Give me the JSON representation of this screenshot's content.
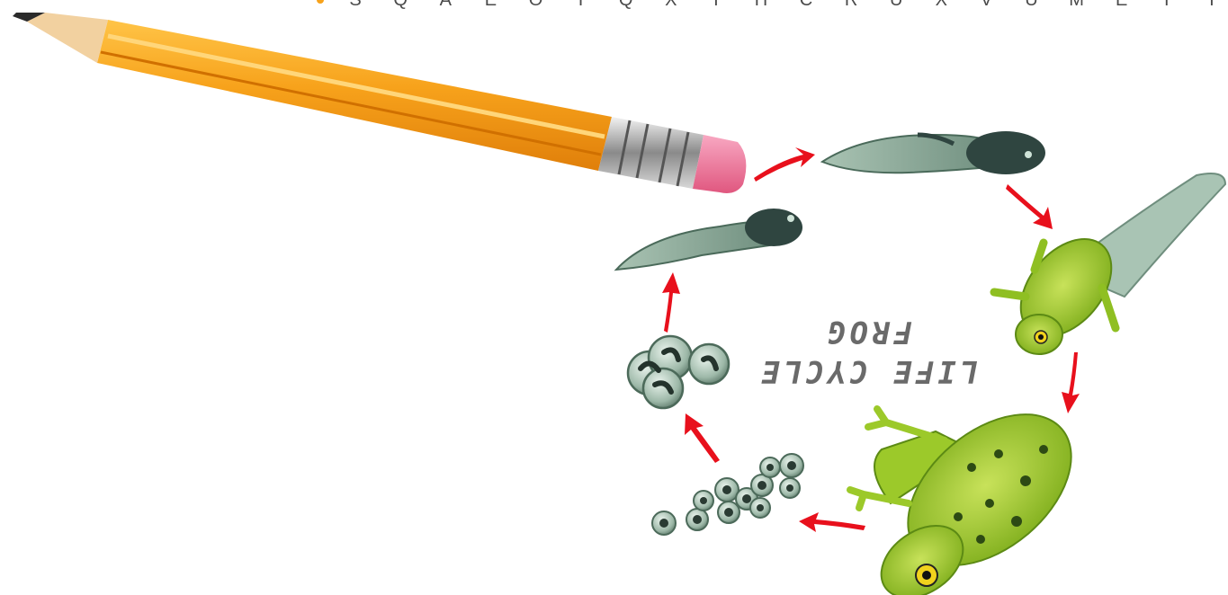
{
  "diagram": {
    "title_line1": "LIFE CYCLE",
    "title_line2": "FROG",
    "title_orientation": "upside-down",
    "stages": [
      {
        "name": "frog-eggs-cluster"
      },
      {
        "name": "eggs-developing"
      },
      {
        "name": "tadpole-young"
      },
      {
        "name": "tadpole-with-legs"
      },
      {
        "name": "froglet"
      },
      {
        "name": "adult-frog"
      }
    ],
    "decorations": [
      "pencil",
      "alphabet-strip"
    ],
    "colors": {
      "arrow": "#e8101c",
      "frog_green": "#9cc92a",
      "pencil_body": "#f7a21b",
      "eraser": "#f07ba0",
      "title_text": "#6a6a6a",
      "bullet": "#f7a21b"
    }
  },
  "alphabet_strip": [
    "S",
    "Q",
    "A",
    "E",
    "O",
    "I",
    "Q",
    "X",
    "I",
    "H",
    "C",
    "R",
    "U",
    "X",
    "V",
    "U",
    "M",
    "E",
    "I",
    "I"
  ]
}
